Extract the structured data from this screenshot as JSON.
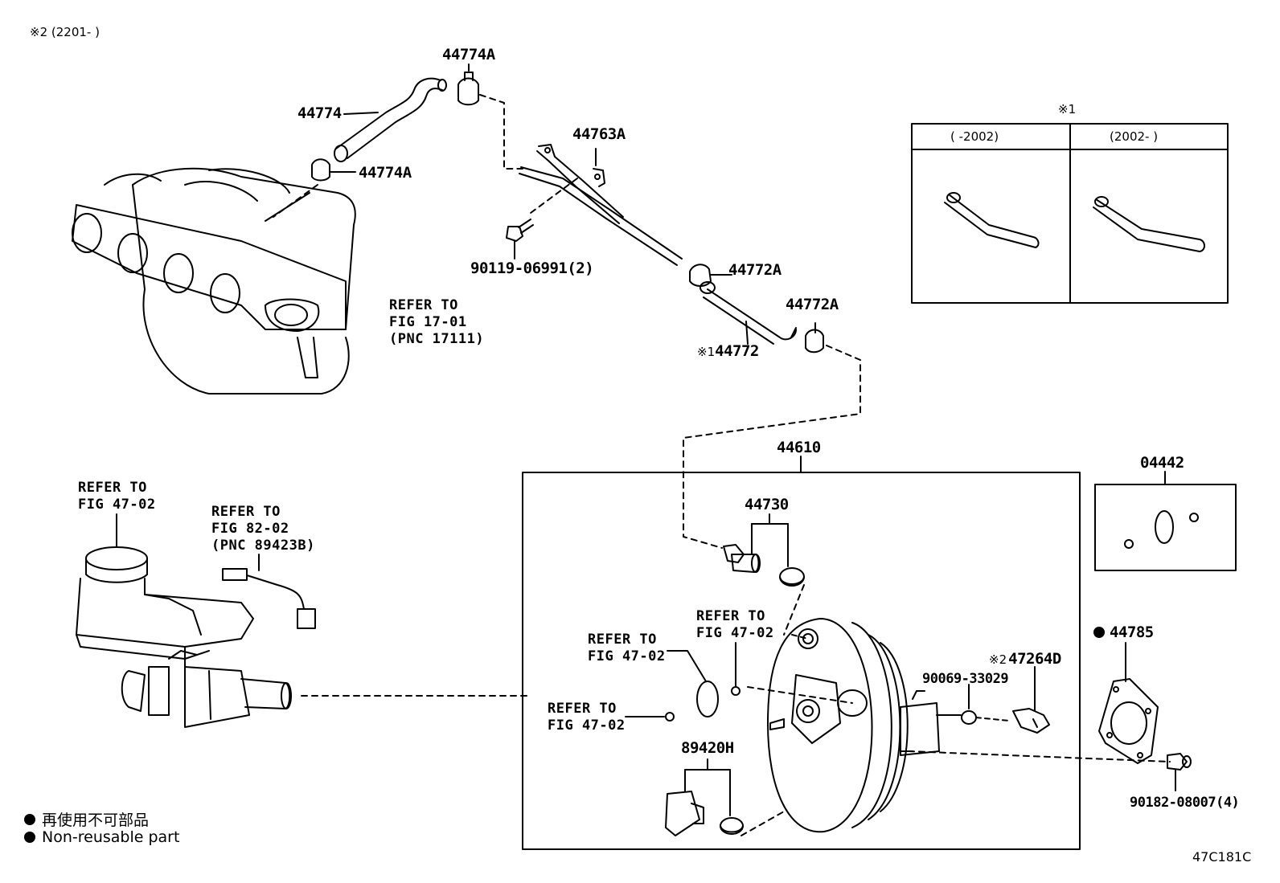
{
  "header_note": "※2 (2201-        )",
  "figure_code": "47C181C",
  "parts": {
    "p44774A_top": "44774A",
    "p44774": "44774",
    "p44774A_bottom": "44774A",
    "p44763A": "44763A",
    "p90119": "90119-06991(2)",
    "p44772A_top": "44772A",
    "p44772A_right": "44772A",
    "p44772_mark": "※1",
    "p44772": "44772",
    "p44610": "44610",
    "p44730": "44730",
    "p89420H": "89420H",
    "p04442": "04442",
    "p44785": "44785",
    "p90069": "90069-33029",
    "p47264D_mark": "※2",
    "p47264D": "47264D",
    "p90182": "90182-08007(4)"
  },
  "refs": {
    "manifold": [
      "REFER TO",
      "FIG 17-01",
      "(PNC 17111)"
    ],
    "reservoir": [
      "REFER TO",
      "FIG 47-02"
    ],
    "sensor": [
      "REFER TO",
      "FIG 82-02",
      "(PNC 89423B)"
    ],
    "oring": [
      "REFER TO",
      "FIG 47-02"
    ],
    "seal_small": [
      "REFER TO",
      "FIG 47-02"
    ],
    "seal_bottom": [
      "REFER TO",
      "FIG 47-02"
    ]
  },
  "variant_table": {
    "mark": "※1",
    "col1": "(      -2002)",
    "col2": "(2002-      )"
  },
  "legend": [
    {
      "text": "再使用不可部品"
    },
    {
      "text": "Non-reusable part"
    }
  ]
}
